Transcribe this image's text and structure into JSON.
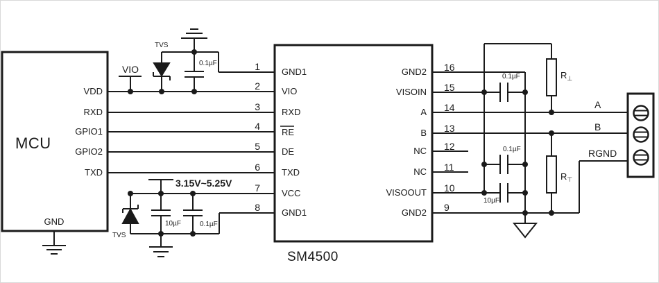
{
  "colors": {
    "ink": "#1a1a1a",
    "background": "#ffffff"
  },
  "mcu": {
    "label": "MCU",
    "pins": [
      "VDD",
      "RXD",
      "GPIO1",
      "GPIO2",
      "TXD"
    ],
    "gnd": "GND"
  },
  "chip": {
    "label": "SM4500",
    "left_pins": [
      {
        "num": "1",
        "name": "GND1"
      },
      {
        "num": "2",
        "name": "VIO"
      },
      {
        "num": "3",
        "name": "RXD"
      },
      {
        "num": "4",
        "name": "RE"
      },
      {
        "num": "5",
        "name": "DE"
      },
      {
        "num": "6",
        "name": "TXD"
      },
      {
        "num": "7",
        "name": "VCC"
      },
      {
        "num": "8",
        "name": "GND1"
      }
    ],
    "right_pins": [
      {
        "num": "16",
        "name": "GND2"
      },
      {
        "num": "15",
        "name": "VISOIN"
      },
      {
        "num": "14",
        "name": "A"
      },
      {
        "num": "13",
        "name": "B"
      },
      {
        "num": "12",
        "name": "NC"
      },
      {
        "num": "11",
        "name": "NC"
      },
      {
        "num": "10",
        "name": "VISOOUT"
      },
      {
        "num": "9",
        "name": "GND2"
      }
    ]
  },
  "annotations": {
    "vio_rail": "VIO",
    "tvs_top": "TVS",
    "tvs_bottom": "TVS",
    "cap_top": "0.1µF",
    "supply_range": "3.15V~5.25V",
    "cap_bulk_left": "10µF",
    "cap_left": "0.1µF",
    "cap_right_top": "0.1µF",
    "cap_right_mid": "0.1µF",
    "cap_right_bulk": "10µF",
    "r_up": "R",
    "r_up_sub": "⊥",
    "r_down": "R",
    "r_down_sub": "⊤",
    "line_a": "A",
    "line_b": "B",
    "rgnd": "RGND"
  }
}
